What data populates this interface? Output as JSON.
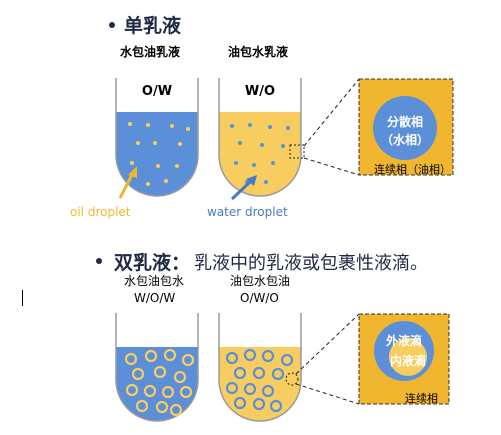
{
  "single": {
    "title": "单乳液",
    "left_name": "水包油乳液",
    "right_name": "油包水乳液",
    "left_label": "O/W",
    "right_label": "W/O",
    "oil_droplet": "oil droplet",
    "water_droplet": "water droplet",
    "inset_line1": "分散相",
    "inset_line2": "（水相）",
    "inset_caption": "连续相（油相）"
  },
  "double": {
    "title": "双乳液：",
    "desc": "乳液中的乳液或包裹性液滴。",
    "left_name": "水包油包水",
    "right_name": "油包水包油",
    "left_label": "W/O/W",
    "right_label": "O/W/O",
    "inset_line1": "外液滴",
    "inset_line2": "内液滴",
    "inset_caption": "连续相"
  },
  "colors": {
    "water_blue": "#5b8fd8",
    "oil_yellow": "#f7cd5f",
    "droplet_blue": "#5b8fd8",
    "inset_gold": "#f0b630",
    "arrow_yellow": "#f0b630",
    "arrow_blue": "#4a78c8",
    "text_yellow": "#f5b82e",
    "text_blue": "#4a78c8"
  }
}
